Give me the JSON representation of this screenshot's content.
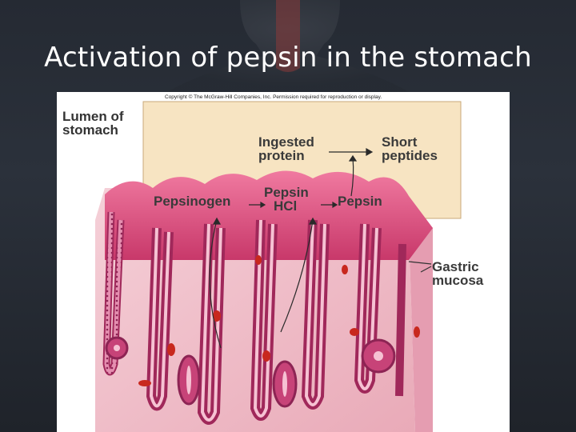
{
  "slide": {
    "title": "Activation of pepsin in the stomach"
  },
  "figure": {
    "copyright": "Copyright © The McGraw-Hill Companies, Inc. Permission required for reproduction or display.",
    "labels": {
      "lumen_line1": "Lumen of",
      "lumen_line2": "stomach",
      "ingested_line1": "Ingested",
      "ingested_line2": "protein",
      "short_line1": "Short",
      "short_line2": "peptides",
      "pepsinogen": "Pepsinogen",
      "pepsin_hcl_line1": "Pepsin",
      "pepsin_hcl_line2": "HCl",
      "pepsin": "Pepsin",
      "gastric_line1": "Gastric",
      "gastric_line2": "mucosa"
    },
    "colors": {
      "lumen_box": "#f7e4c2",
      "mucosa_surface": "#d94a78",
      "tissue": "#f2c6cf",
      "gland_wall": "#a0285a"
    }
  }
}
